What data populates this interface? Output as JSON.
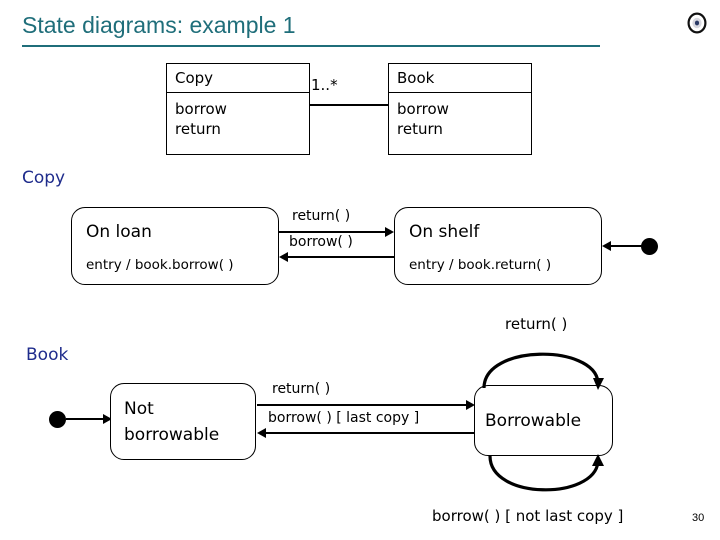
{
  "slide": {
    "title": "State diagrams: example 1",
    "page_number": "30",
    "title_color": "#1F6E7A",
    "caption_color": "#1F2C8C",
    "icon": "disc-icon"
  },
  "class_diagram": {
    "left_class": {
      "name": "Copy",
      "operations": [
        "borrow",
        "return"
      ]
    },
    "right_class": {
      "name": "Book",
      "operations": [
        "borrow",
        "return"
      ]
    },
    "association_multiplicity": "1..*"
  },
  "copy_state_diagram": {
    "caption": "Copy",
    "states": [
      {
        "name": "On loan",
        "entry": "entry / book.borrow( )"
      },
      {
        "name": "On shelf",
        "entry": "entry / book.return( )"
      }
    ],
    "transitions": [
      {
        "label": "return( )",
        "from": "On loan",
        "to": "On shelf"
      },
      {
        "label": "borrow( )",
        "from": "On shelf",
        "to": "On loan"
      }
    ],
    "initial_state_target": "On shelf"
  },
  "book_state_diagram": {
    "caption": "Book",
    "states": [
      {
        "name_line1": "Not",
        "name_line2": "borrowable"
      },
      {
        "name_line1": "Borrowable",
        "name_line2": ""
      }
    ],
    "transitions": [
      {
        "label": "return( )",
        "from": "Not borrowable",
        "to": "Borrowable"
      },
      {
        "label": "borrow( ) [ last copy ]",
        "from": "Borrowable",
        "to": "Not borrowable"
      },
      {
        "label": "return( )",
        "from": "Borrowable",
        "to": "Borrowable"
      },
      {
        "label": "borrow( ) [ not last copy ]",
        "from": "Borrowable",
        "to": "Borrowable"
      }
    ],
    "initial_state_target": "Not borrowable"
  }
}
